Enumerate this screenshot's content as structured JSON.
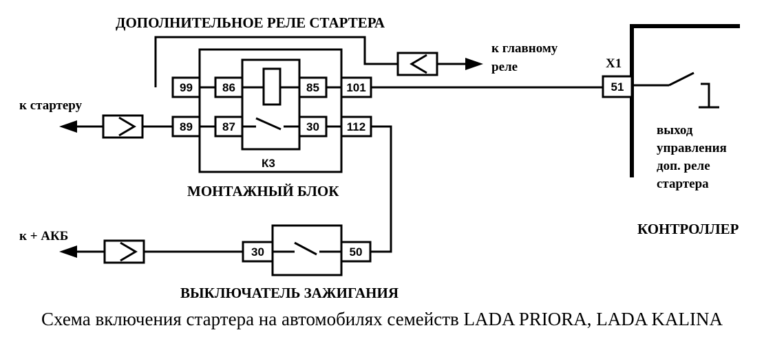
{
  "labels": {
    "relay_title": "ДОПОЛНИТЕЛЬНОЕ РЕЛЕ СТАРТЕРА",
    "to_main_relay_1": "к главному",
    "to_main_relay_2": "реле",
    "to_starter": "к стартеру",
    "to_battery": "к + АКБ",
    "mount_block": "МОНТАЖНЫЙ БЛОК",
    "ignition_switch": "ВЫКЛЮЧАТЕЛЬ ЗАЖИГАНИЯ",
    "relay_name": "К3",
    "connector": "X1",
    "controller": "КОНТРОЛЛЕР",
    "output_1": "выход",
    "output_2": "управления",
    "output_3": "доп. реле",
    "output_4": "стартера",
    "caption": "Схема включения стартера на автомобилях семейств LADA PRIORA, LADA KALINA"
  },
  "pins": {
    "p99": "99",
    "p86": "86",
    "p85": "85",
    "p101": "101",
    "p89": "89",
    "p87": "87",
    "p30_relay": "30",
    "p112": "112",
    "p51": "51",
    "p30_switch": "30",
    "p50": "50"
  }
}
